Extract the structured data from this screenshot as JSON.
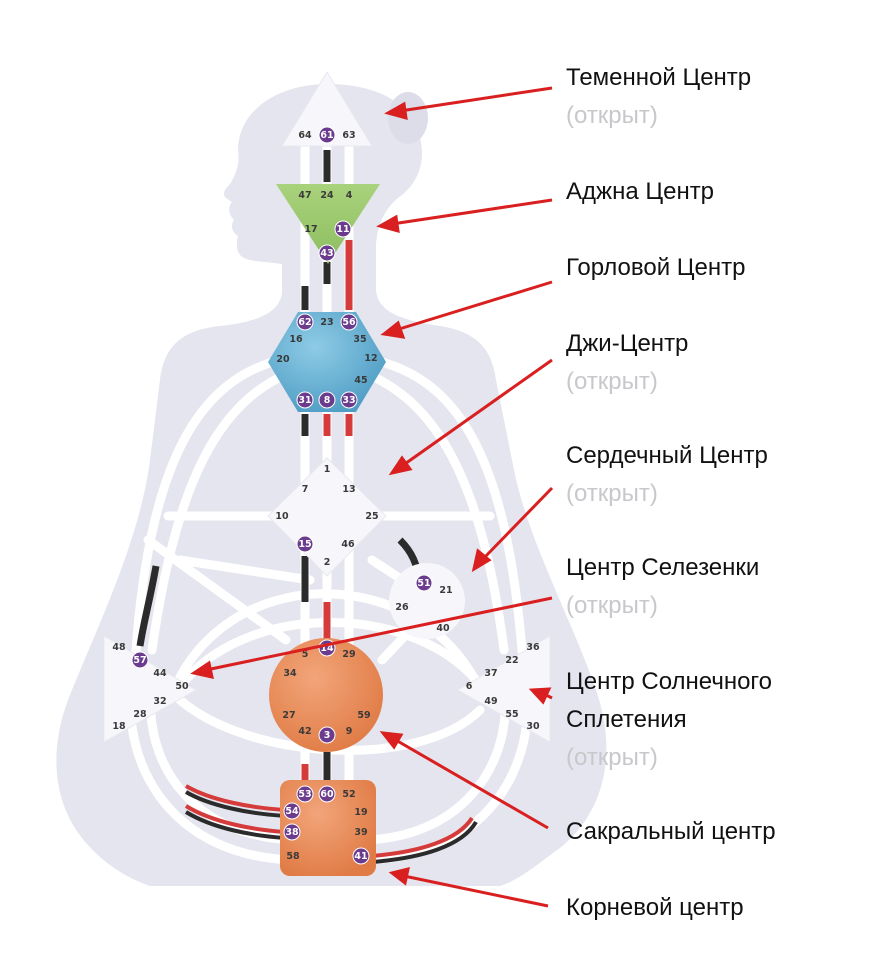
{
  "labels": {
    "crown": "Теменной Центр",
    "crown_status": "(открыт)",
    "ajna": "Аджна Центр",
    "throat": "Горловой Центр",
    "g": "Джи-Центр",
    "g_status": "(открыт)",
    "heart": "Сердечный Центр",
    "heart_status": "(открыт)",
    "spleen": "Центр Селезенки",
    "spleen_status": "(открыт)",
    "solar_line1": "Центр Солнечного",
    "solar_line2": "Сплетения",
    "solar_status": "(открыт)",
    "sacral": "Сакральный центр",
    "root": "Корневой центр"
  },
  "colors": {
    "body": "#e4e5ee",
    "channel": "#ffffff",
    "active_black": "#2b2b2b",
    "active_red": "#d63b3b",
    "arrow": "#d91f1f",
    "ajna": "#9cc76e",
    "throat": "#6aaed0",
    "sacral": "#ec8e5d",
    "root": "#ec8e5d",
    "open_center": "#f7f7fb",
    "gate_badge": "#6b3c8e",
    "status_gray": "#c8c8cc"
  },
  "centers": {
    "crown": {
      "gates": [
        "64",
        "61",
        "63"
      ],
      "active": [
        "61"
      ]
    },
    "ajna": {
      "gates": [
        "47",
        "24",
        "4",
        "17",
        "11",
        "43"
      ],
      "active": [
        "11",
        "43"
      ]
    },
    "throat": {
      "gates": [
        "62",
        "23",
        "56",
        "16",
        "35",
        "20",
        "12",
        "45",
        "31",
        "8",
        "33"
      ],
      "active": [
        "62",
        "56",
        "31",
        "8",
        "33"
      ]
    },
    "g": {
      "gates": [
        "1",
        "7",
        "13",
        "10",
        "25",
        "15",
        "46",
        "2"
      ],
      "active": [
        "15"
      ]
    },
    "heart": {
      "gates": [
        "51",
        "21",
        "26",
        "40"
      ],
      "active": [
        "51"
      ]
    },
    "spleen": {
      "gates": [
        "48",
        "57",
        "44",
        "50",
        "32",
        "28",
        "18"
      ],
      "active": [
        "57"
      ]
    },
    "solar": {
      "gates": [
        "36",
        "22",
        "37",
        "6",
        "49",
        "55",
        "30"
      ],
      "active": []
    },
    "sacral": {
      "gates": [
        "5",
        "14",
        "29",
        "34",
        "27",
        "59",
        "42",
        "3",
        "9"
      ],
      "active": [
        "14",
        "3"
      ]
    },
    "root": {
      "gates": [
        "53",
        "60",
        "52",
        "54",
        "19",
        "38",
        "39",
        "58",
        "41"
      ],
      "active": [
        "53",
        "60",
        "54",
        "38",
        "41"
      ]
    }
  }
}
